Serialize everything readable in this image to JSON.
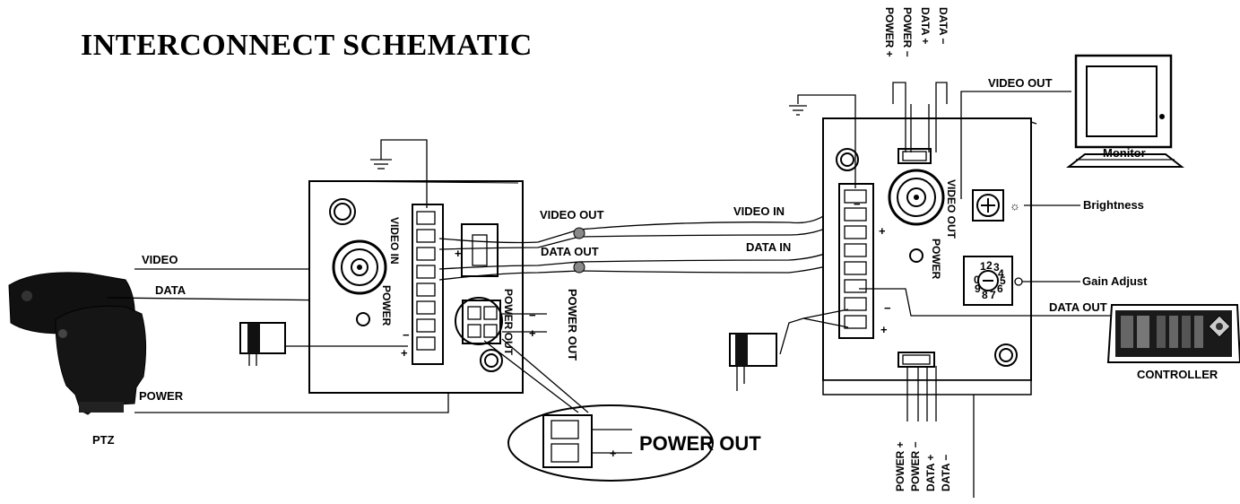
{
  "title": "INTERCONNECT SCHEMATIC",
  "labels": {
    "ptz": "PTZ",
    "video": "VIDEO",
    "data": "DATA",
    "power": "POWER",
    "video_in_vert": "VIDEO IN",
    "power_vert": "POWER",
    "power_out_vert": "POWER OUT",
    "power_out_side": "POWER OUT",
    "video_out": "VIDEO OUT",
    "data_out": "DATA OUT",
    "video_in": "VIDEO IN",
    "data_in": "DATA IN",
    "power_out_big": "POWER OUT",
    "video_out_vert": "VIDEO OUT",
    "power_vert_right": "POWER",
    "video_out_monitor": "VIDEO OUT",
    "monitor": "Monitor",
    "brightness": "Brightness",
    "gain_adjust": "Gain Adjust",
    "data_out_controller": "DATA OUT",
    "controller": "CONTROLLER",
    "minus": "−",
    "plus": "+",
    "top_pins": [
      "POWER +",
      "POWER −",
      "DATA +",
      "DATA −"
    ],
    "bottom_pins": [
      "POWER +",
      "POWER −",
      "DATA +",
      "DATA −"
    ],
    "dial_digits": [
      "0",
      "1",
      "2",
      "3",
      "4",
      "5",
      "6",
      "7",
      "8",
      "9"
    ]
  }
}
